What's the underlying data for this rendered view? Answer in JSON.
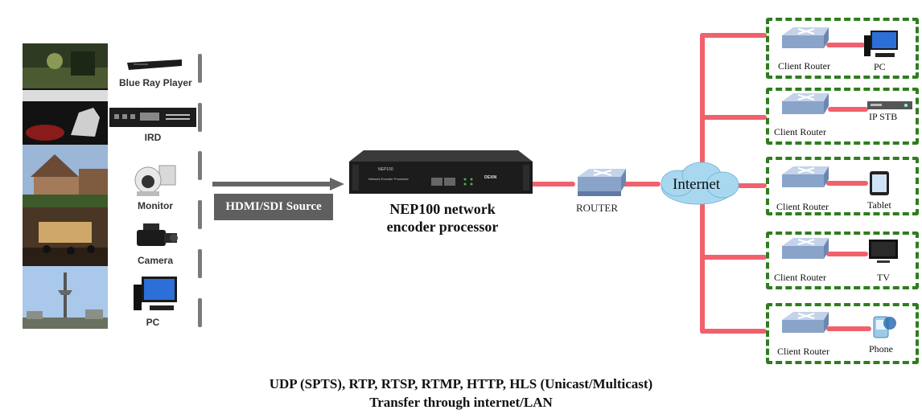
{
  "sources": {
    "blueray_label": "Blue Ray Player",
    "ird_label": "IRD",
    "monitor_label": "Monitor",
    "camera_label": "Camera",
    "pc_label": "PC"
  },
  "source_box_label": "HDMI/SDI Source",
  "encoder": {
    "title_line1": "NEP100 network",
    "title_line2": "encoder processor",
    "panel_model": "NEP100",
    "panel_sub": "Network Encoder Processor",
    "brand": "DEXIN"
  },
  "router_label": "ROUTER",
  "internet_label": "Internet",
  "clients": [
    {
      "router_label": "Client Router",
      "device_label": "PC",
      "device_icon": "pc-icon"
    },
    {
      "router_label": "Client Router",
      "device_label": "IP STB",
      "device_icon": "stb-icon"
    },
    {
      "router_label": "Client Router",
      "device_label": "Tablet",
      "device_icon": "tablet-icon"
    },
    {
      "router_label": "Client Router",
      "device_label": "TV",
      "device_icon": "tv-icon"
    },
    {
      "router_label": "Client Router",
      "device_label": "Phone",
      "device_icon": "phone-icon"
    }
  ],
  "protocols_line1": "UDP (SPTS), RTP, RTSP, RTMP, HTTP, HLS (Unicast/Multicast)",
  "protocols_line2": "Transfer through internet/LAN",
  "colors": {
    "link_red": "#f0616d",
    "client_border": "#2e7d1e",
    "source_box": "#5f5f5f",
    "cloud": "#a8d8f0"
  }
}
